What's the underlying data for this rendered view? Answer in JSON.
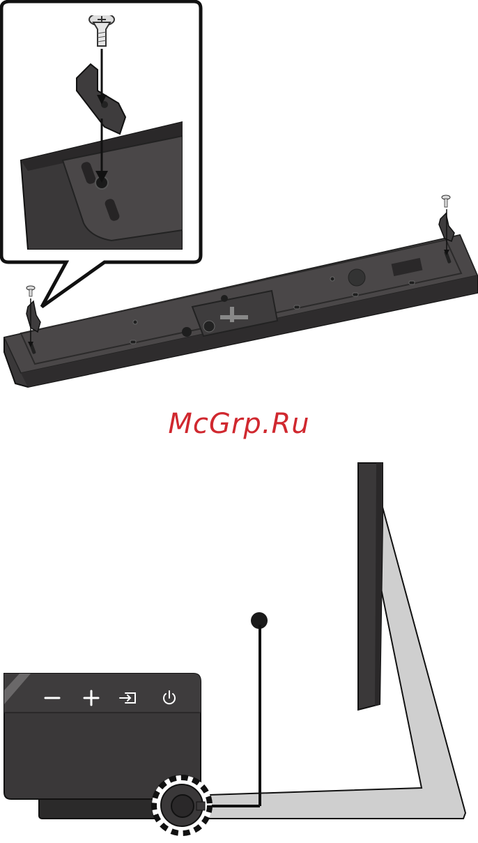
{
  "watermark": {
    "text": "McGrp.Ru",
    "color": "#d0282f"
  },
  "illustration_top": {
    "subject": "soundbar-bracket-mounting",
    "inset": "screw-bracket-closeup"
  },
  "illustration_bottom": {
    "subject": "soundbar-tv-stand-placement",
    "buttons": [
      {
        "icon": "minus-icon",
        "glyph": "−"
      },
      {
        "icon": "plus-icon",
        "glyph": "+"
      },
      {
        "icon": "source-icon",
        "glyph": "⇥"
      },
      {
        "icon": "power-icon",
        "glyph": "⏻"
      }
    ]
  },
  "colors": {
    "bar": "#3a3839",
    "bar_top": "#4a4748",
    "stand": "#cfcfcf",
    "outline": "#111111"
  }
}
